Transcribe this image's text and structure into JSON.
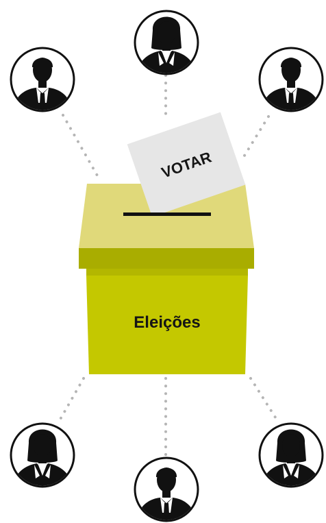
{
  "ballot": {
    "label": "VOTAR"
  },
  "box": {
    "label": "Eleições"
  },
  "voters": [
    {
      "name": "voter",
      "icon": "woman-icon"
    },
    {
      "name": "voter",
      "icon": "man-icon"
    },
    {
      "name": "voter",
      "icon": "man-icon"
    },
    {
      "name": "voter",
      "icon": "woman-icon"
    },
    {
      "name": "voter",
      "icon": "man-icon"
    },
    {
      "name": "voter",
      "icon": "woman-icon"
    }
  ],
  "colors": {
    "box_front": "#c4c800",
    "box_band": "#a9ad00",
    "box_lid": "#e0d97a",
    "ballot_paper": "#e6e6e6",
    "slot": "#111111",
    "dots": "#b5b5b5",
    "avatar_fill": "#111111"
  }
}
